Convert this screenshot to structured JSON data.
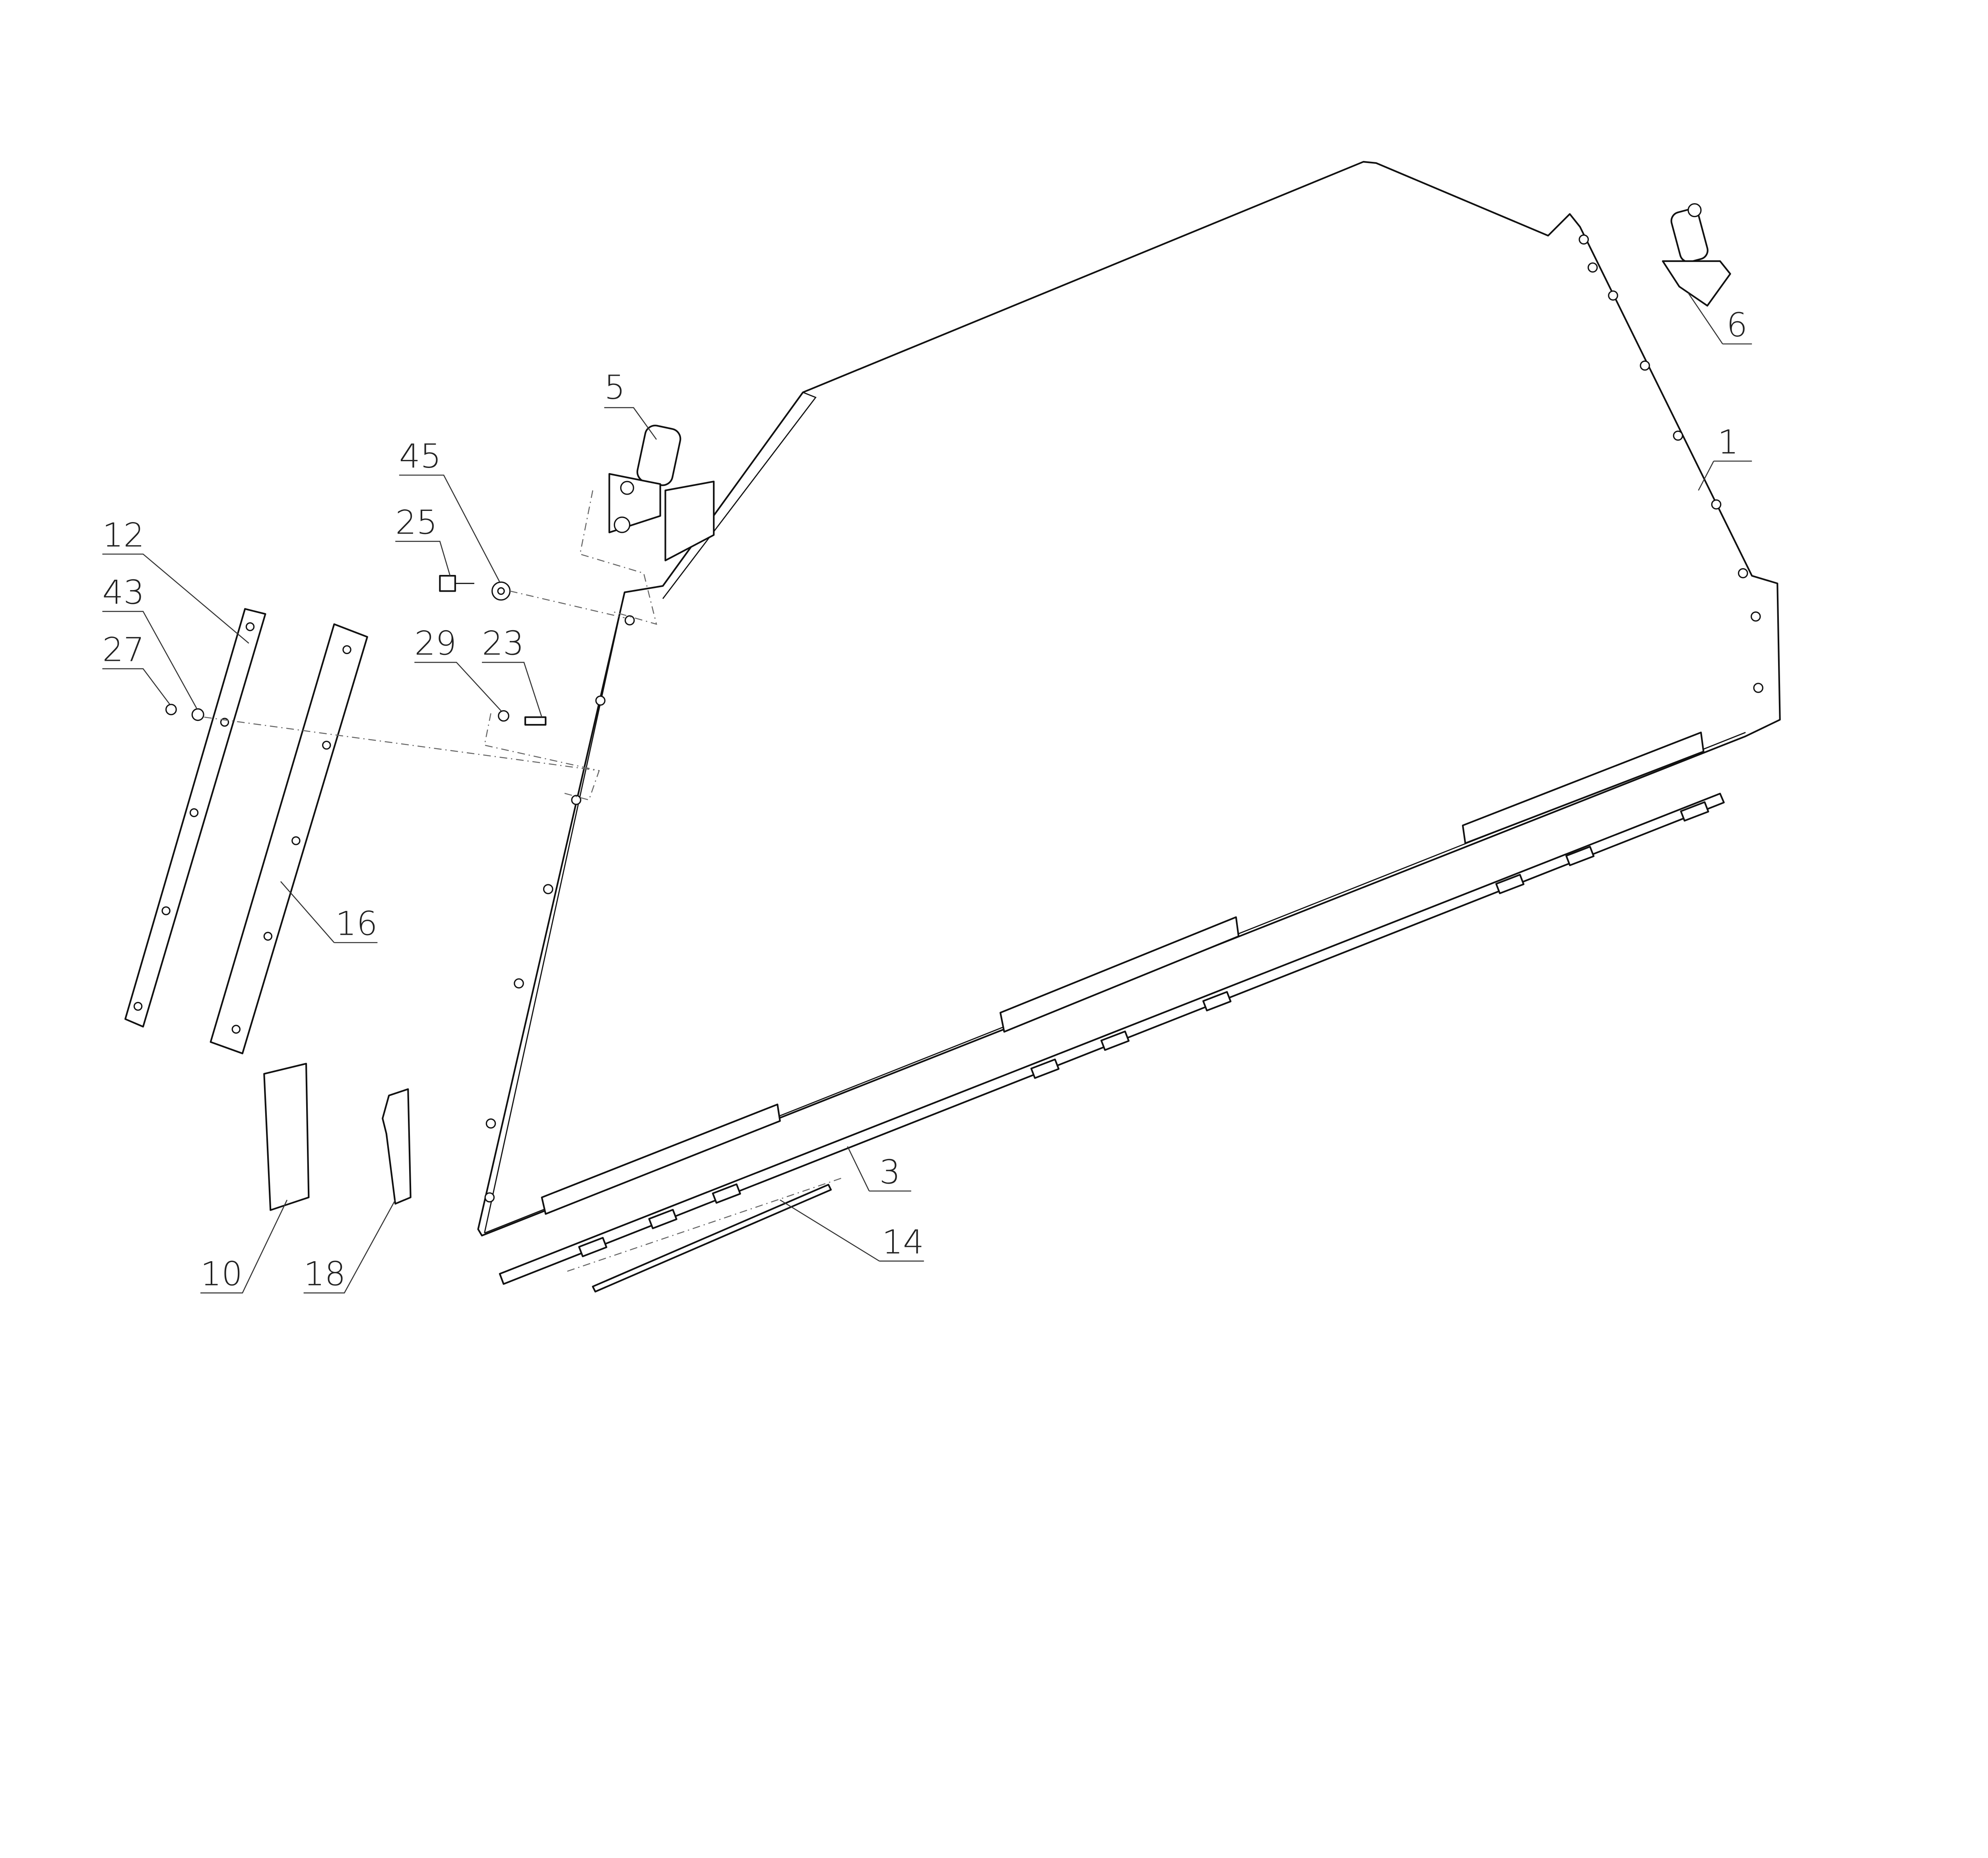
{
  "drawing": {
    "callouts": [
      {
        "id": "1",
        "label": "1"
      },
      {
        "id": "3",
        "label": "3"
      },
      {
        "id": "5",
        "label": "5"
      },
      {
        "id": "6",
        "label": "6"
      },
      {
        "id": "10",
        "label": "10"
      },
      {
        "id": "12",
        "label": "12"
      },
      {
        "id": "14",
        "label": "14"
      },
      {
        "id": "16",
        "label": "16"
      },
      {
        "id": "18",
        "label": "18"
      },
      {
        "id": "23",
        "label": "23"
      },
      {
        "id": "25",
        "label": "25"
      },
      {
        "id": "27",
        "label": "27"
      },
      {
        "id": "29",
        "label": "29"
      },
      {
        "id": "43",
        "label": "43"
      },
      {
        "id": "45",
        "label": "45"
      }
    ]
  }
}
